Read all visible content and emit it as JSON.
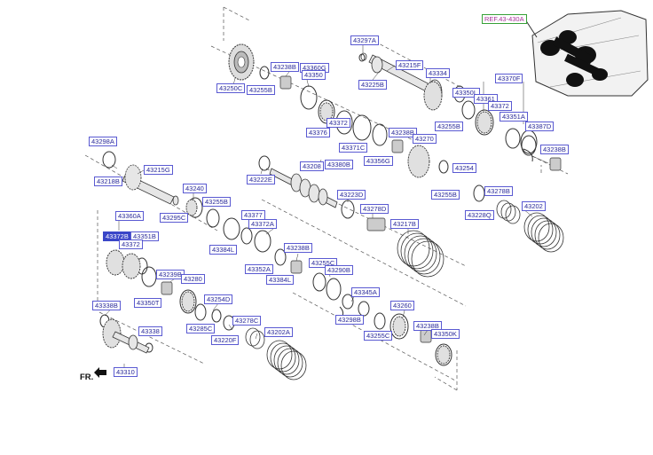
{
  "diagram": {
    "ref_label": "REF.43-430A",
    "fr_label": "FR.",
    "part_labels": {
      "p_43297A": "43297A",
      "p_43238B_a": "43238B",
      "p_43360G": "43360G",
      "p_43350": "43350",
      "p_43255B_a": "43255B",
      "p_43250C": "43250C",
      "p_43215F": "43215F",
      "p_43334": "43334",
      "p_43225B": "43225B",
      "p_43350L": "43350L",
      "p_43370F": "43370F",
      "p_43361": "43361",
      "p_43372_a": "43372",
      "p_43351A": "43351A",
      "p_43387D": "43387D",
      "p_43372_b": "43372",
      "p_43376": "43376",
      "p_43371C": "43371C",
      "p_43380B": "43380B",
      "p_43238B_b": "43238B",
      "p_43270": "43270",
      "p_43255B_b": "43255B",
      "p_43356G": "43356G",
      "p_43238B_c": "43238B",
      "p_43298A": "43298A",
      "p_43218B": "43218B",
      "p_43215G": "43215G",
      "p_43222E": "43222E",
      "p_43208": "43208",
      "p_43254": "43254",
      "p_43255B_c": "43255B",
      "p_43278B": "43278B",
      "p_43228Q": "43228Q",
      "p_43202_a": "43202",
      "p_43240": "43240",
      "p_43255B_d": "43255B",
      "p_43295C": "43295C",
      "p_43223D": "43223D",
      "p_43278D": "43278D",
      "p_43217B": "43217B",
      "p_43360A": "43360A",
      "p_43377": "43377",
      "p_43372A": "43372A",
      "p_43372B": "43372B",
      "p_43351B": "43351B",
      "p_43372_c": "43372",
      "p_43384L": "43384L",
      "p_43238B_d": "43238B",
      "p_43352A": "43352A",
      "p_43384L_b": "43384L",
      "p_43255C": "43255C",
      "p_43290B": "43290B",
      "p_43239B": "43239B",
      "p_43280": "43280",
      "p_43350T": "43350T",
      "p_43345A": "43345A",
      "p_43254D": "43254D",
      "p_43338B": "43338B",
      "p_43260": "43260",
      "p_43298B": "43298B",
      "p_43285C": "43285C",
      "p_43278C": "43278C",
      "p_43255C_b": "43255C",
      "p_43238B_e": "43238B",
      "p_43350K": "43350K",
      "p_43338": "43338",
      "p_43220F": "43220F",
      "p_43202A": "43202A",
      "p_43310": "43310"
    }
  }
}
